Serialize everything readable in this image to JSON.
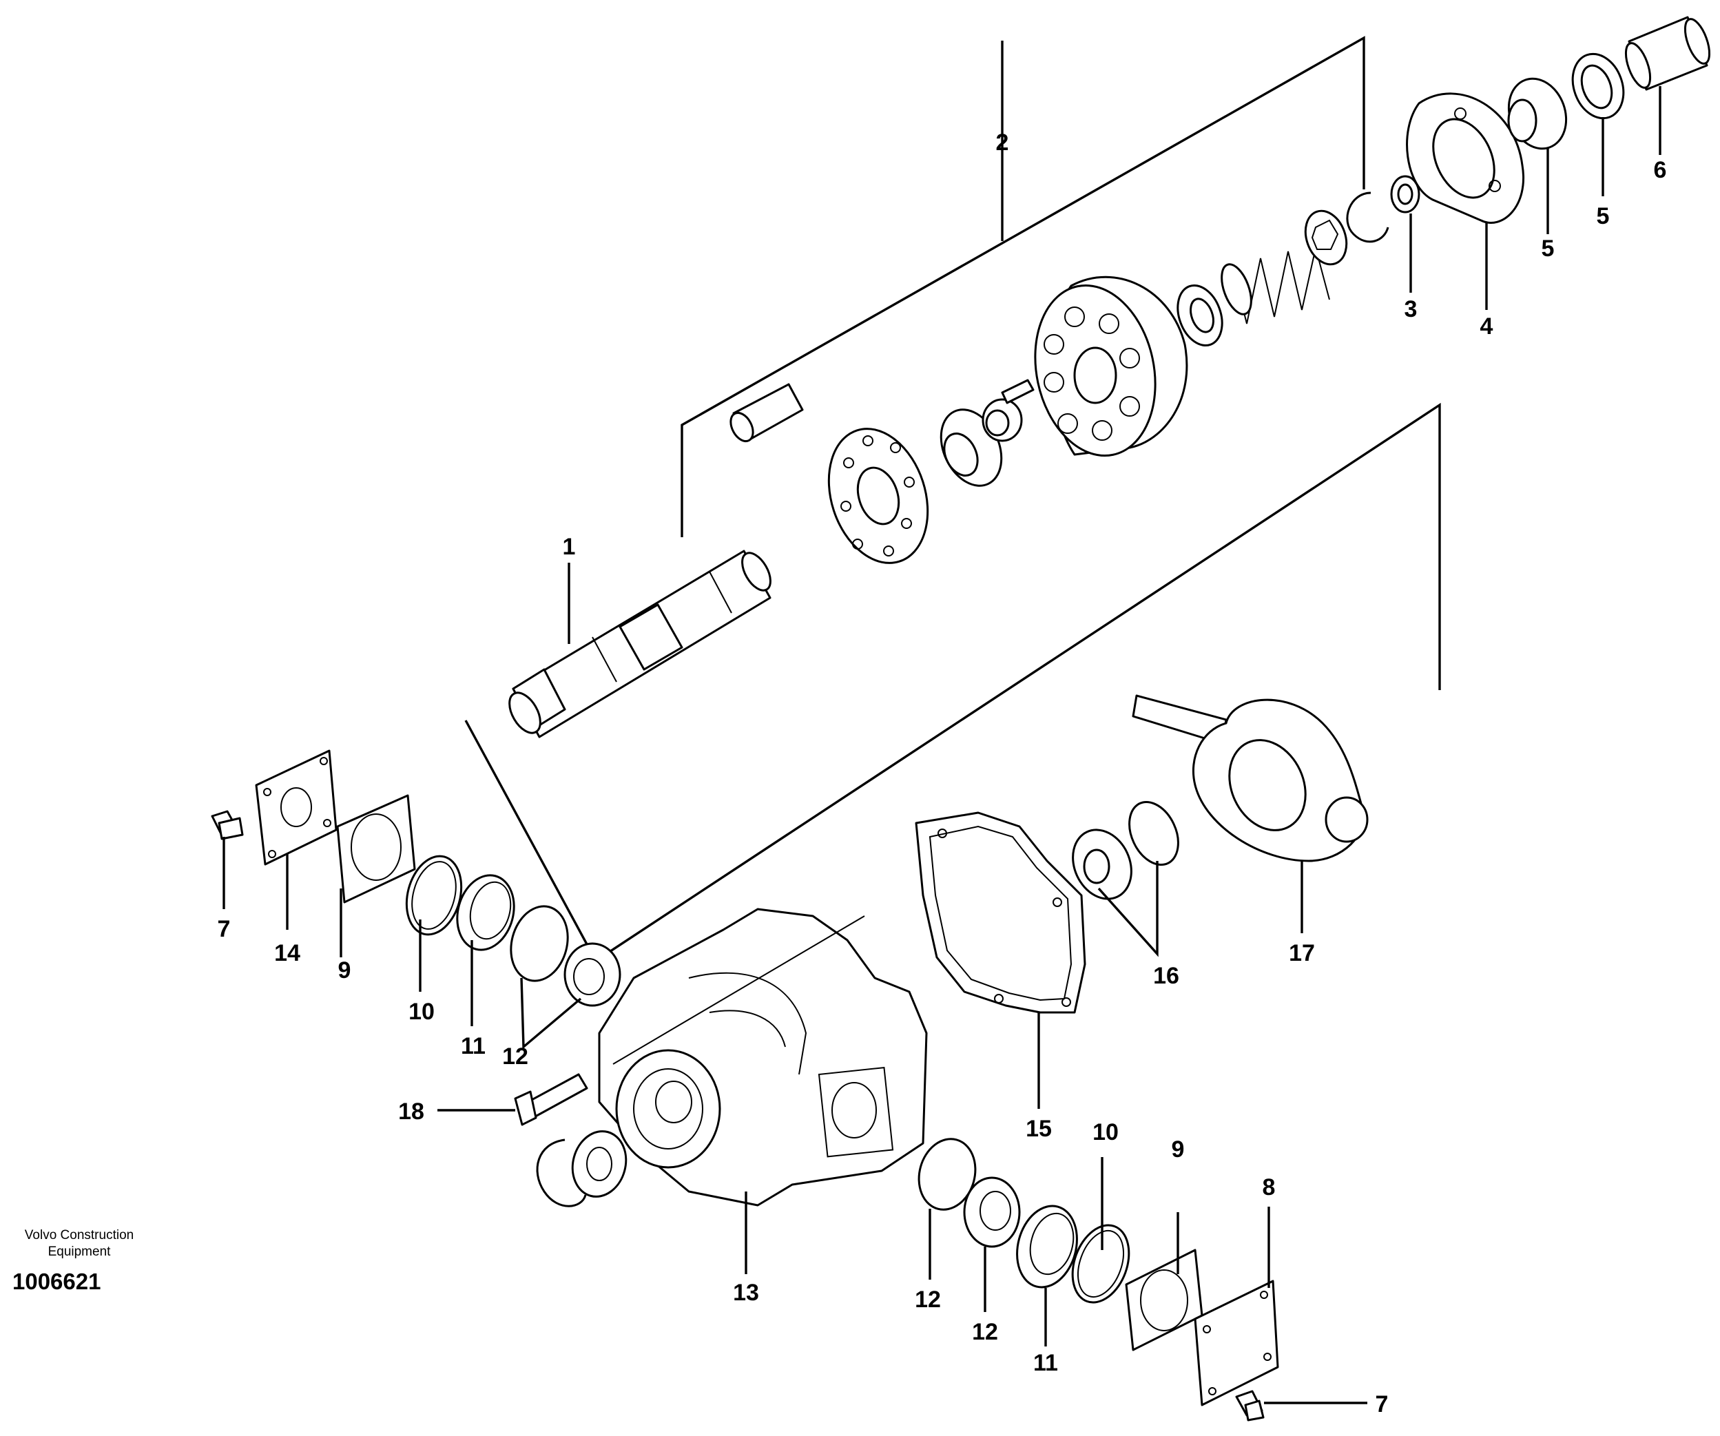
{
  "footer": {
    "credit_line1": "Volvo Construction",
    "credit_line2": "Equipment",
    "document_number": "1006621"
  },
  "callouts": {
    "c1": "1",
    "c2": "2",
    "c3": "3",
    "c4": "4",
    "c5a": "5",
    "c5b": "5",
    "c6": "6",
    "c7a": "7",
    "c7b": "7",
    "c8": "8",
    "c9a": "9",
    "c9b": "9",
    "c10a": "10",
    "c10b": "10",
    "c11a": "11",
    "c11b": "11",
    "c12a": "12",
    "c12b": "12",
    "c12c": "12",
    "c13": "13",
    "c14": "14",
    "c15": "15",
    "c16": "16",
    "c17": "17",
    "c18": "18"
  }
}
